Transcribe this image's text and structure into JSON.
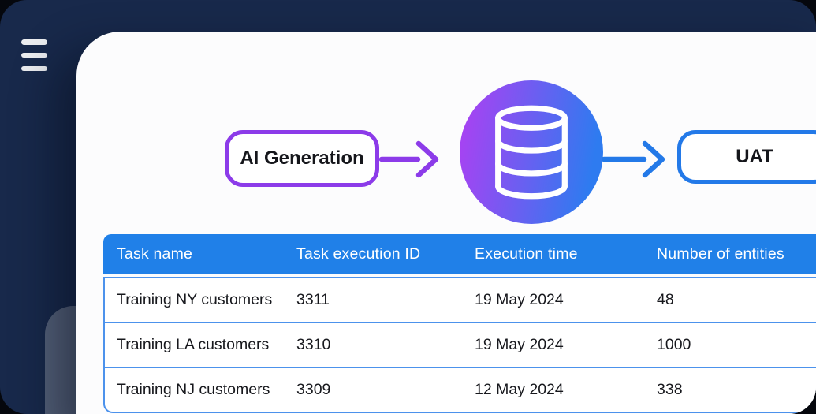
{
  "colors": {
    "background_navy": "#18294B",
    "card_white": "#FCFCFD",
    "accent_purple": "#8C3BE9",
    "accent_blue": "#2379E8",
    "table_header_bg": "#2080E8",
    "table_border_blue": "#4C92EC",
    "db_gradient_start": "#A444F2",
    "db_gradient_end": "#2E7BF0"
  },
  "menu": {
    "icon": "hamburger-icon"
  },
  "flow": {
    "nodes": [
      {
        "label": "AI Generation"
      },
      {
        "icon": "database-icon"
      },
      {
        "label": "UAT"
      }
    ],
    "arrows": [
      {
        "color": "#8C3BE9"
      },
      {
        "color": "#2379E8"
      }
    ]
  },
  "table": {
    "columns": [
      "Task name",
      "Task execution ID",
      "Execution time",
      "Number of entities"
    ],
    "rows": [
      [
        "Training NY customers",
        "3311",
        "19 May 2024",
        "48"
      ],
      [
        "Training LA customers",
        "3310",
        "19 May 2024",
        "1000"
      ],
      [
        "Training NJ customers",
        "3309",
        "12 May 2024",
        "338"
      ]
    ]
  }
}
